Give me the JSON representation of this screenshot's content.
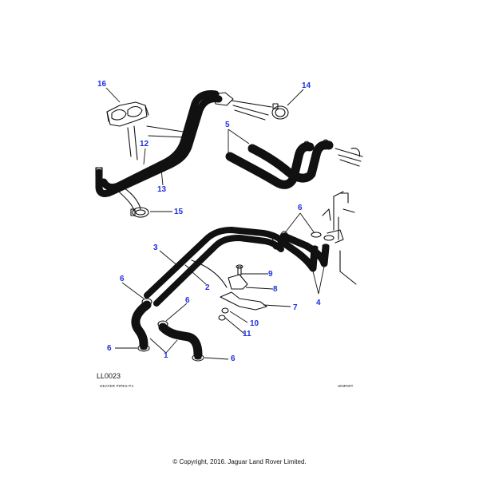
{
  "diagram": {
    "figure_id": "LL0023",
    "figure_caption": "HEATER PIPES P4",
    "publisher_mark": "UNIPART",
    "copyright": "© Copyright, 2016. Jaguar Land Rover Limited.",
    "callout_color": "#1f2ee0",
    "callouts": [
      {
        "id": "c16",
        "label": "16"
      },
      {
        "id": "c14",
        "label": "14"
      },
      {
        "id": "c5",
        "label": "5"
      },
      {
        "id": "c12",
        "label": "12"
      },
      {
        "id": "c13",
        "label": "13"
      },
      {
        "id": "c15",
        "label": "15"
      },
      {
        "id": "c6a",
        "label": "6"
      },
      {
        "id": "c3",
        "label": "3"
      },
      {
        "id": "c6b",
        "label": "6"
      },
      {
        "id": "c9",
        "label": "9"
      },
      {
        "id": "c2",
        "label": "2"
      },
      {
        "id": "c8",
        "label": "8"
      },
      {
        "id": "c6c",
        "label": "6"
      },
      {
        "id": "c7",
        "label": "7"
      },
      {
        "id": "c4",
        "label": "4"
      },
      {
        "id": "c10",
        "label": "10"
      },
      {
        "id": "c6d",
        "label": "6"
      },
      {
        "id": "c11",
        "label": "11"
      },
      {
        "id": "c1",
        "label": "1"
      },
      {
        "id": "c6e",
        "label": "6"
      }
    ]
  }
}
